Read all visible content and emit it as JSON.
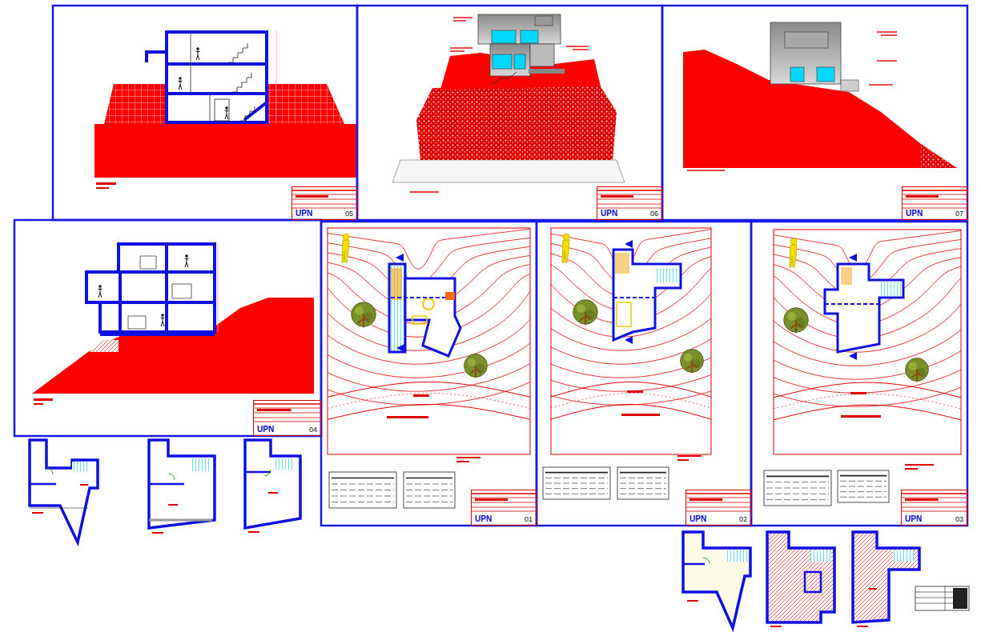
{
  "diagram": {
    "nodes": [
      {
        "text": [
          "UPN",
          "05"
        ]
      },
      {
        "text": [
          "UPN",
          "06"
        ]
      },
      {
        "text": [
          "UPN",
          "07"
        ]
      },
      {
        "text": [
          "UPN",
          "04"
        ]
      },
      {
        "text": [
          "UPN",
          "01"
        ]
      },
      {
        "text": [
          "UPN",
          "02"
        ]
      },
      {
        "text": [
          "UPN",
          "03"
        ]
      }
    ]
  }
}
